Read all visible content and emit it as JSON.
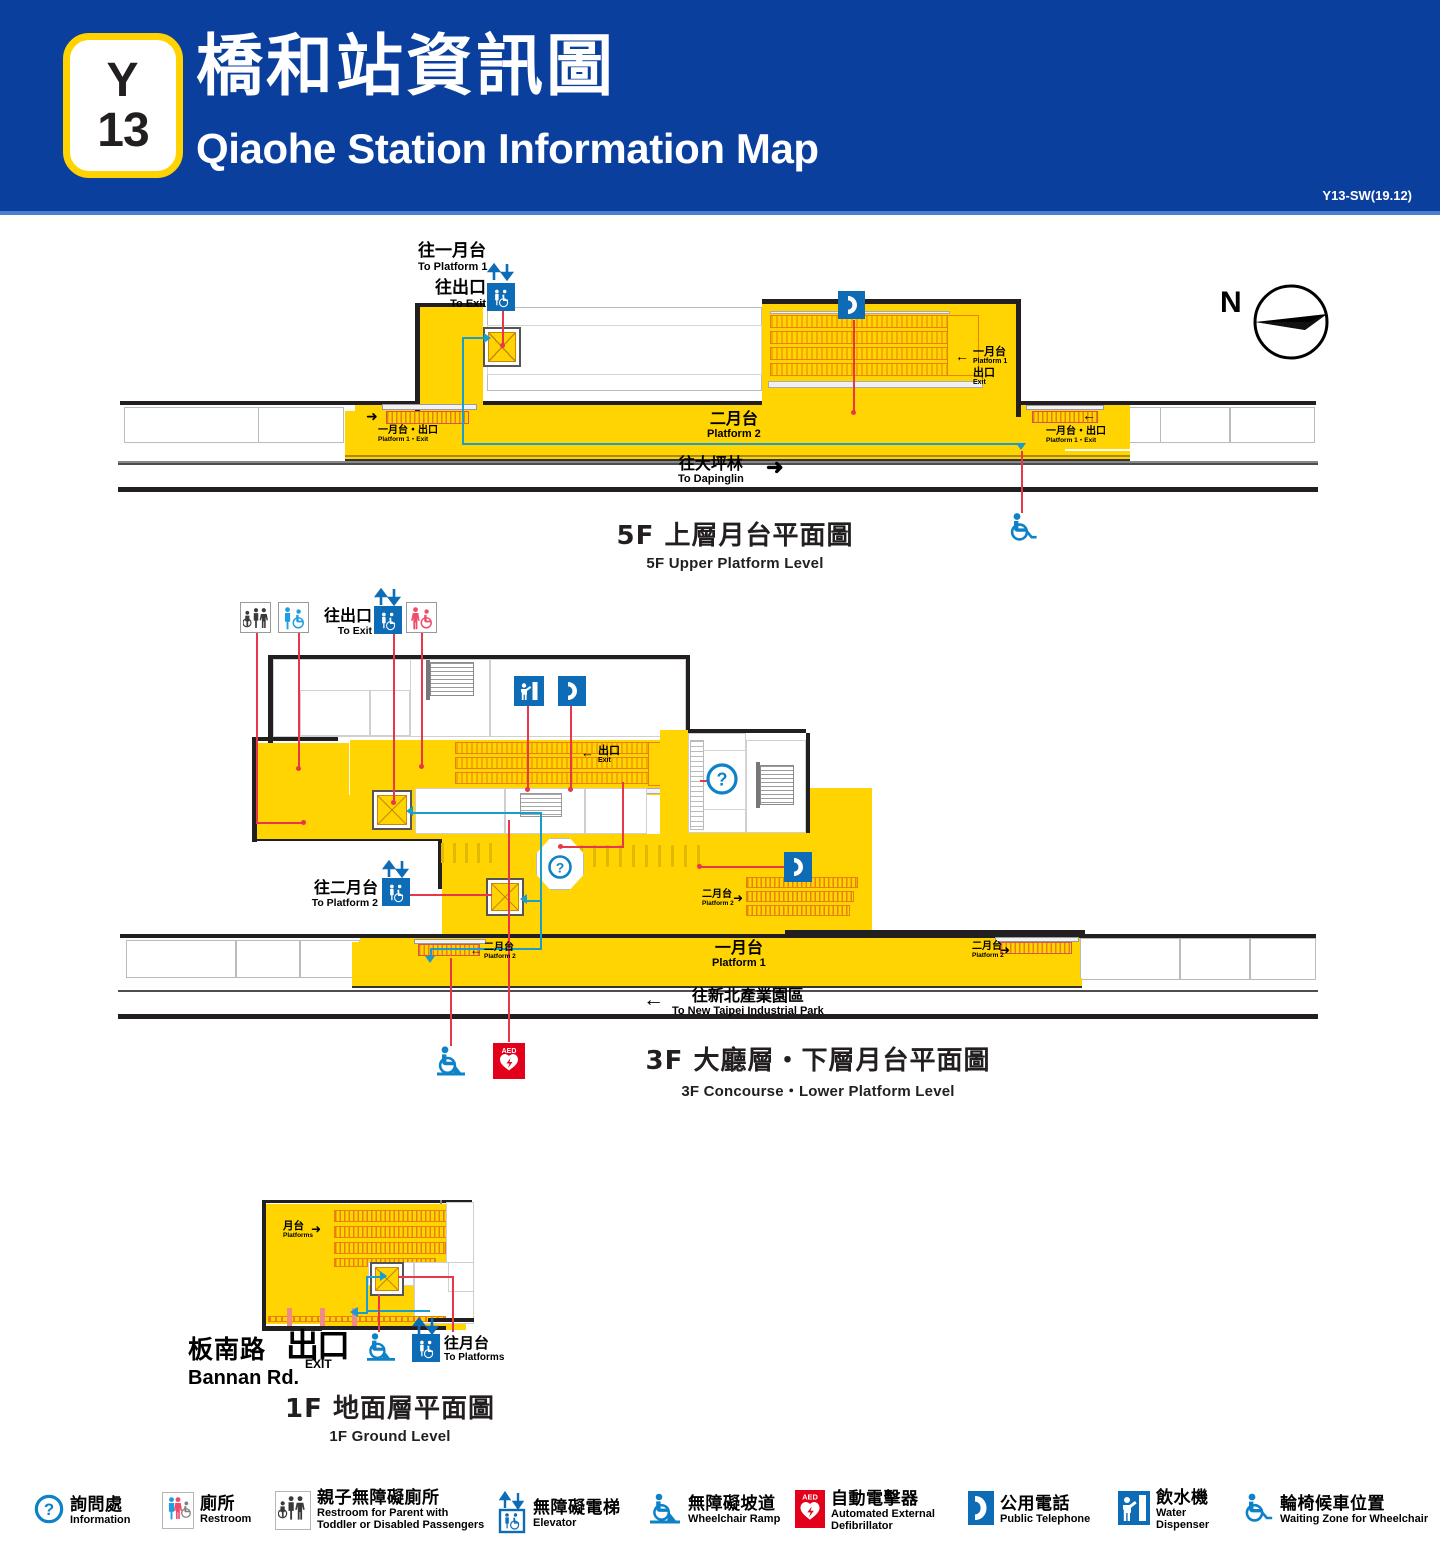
{
  "header": {
    "badge_line": "Y",
    "badge_number": "13",
    "title_zh": "橋和站資訊圖",
    "title_en": "Qiaohe Station Information Map",
    "version_code": "Y13-SW(19.12)",
    "brand_blue": "#0b3f9e",
    "badge_yellow": "#ffd200"
  },
  "compass": {
    "north_label": "N"
  },
  "floors": [
    {
      "id": "5f",
      "title_zh": "5F  上層月台平面圖",
      "title_en": "5F   Upper Platform Level",
      "labels": {
        "to_platform1_zh": "往一月台",
        "to_platform1_en": "To Platform 1",
        "to_exit_zh": "往出口",
        "to_exit_en": "To Exit",
        "platform2_zh": "二月台",
        "platform2_en": "Platform 2",
        "platform1_zh": "一月台",
        "platform1_en": "Platform 1",
        "exit_zh": "出口",
        "exit_en": "Exit",
        "platform1_exit_zh": "一月台・出口",
        "platform1_exit_en": "Platform 1・Exit",
        "direction_zh": "往大坪林",
        "direction_en": "To Dapinglin"
      }
    },
    {
      "id": "3f",
      "title_zh": "3F  大廳層・下層月台平面圖",
      "title_en": "3F   Concourse・Lower Platform Level",
      "labels": {
        "to_exit_zh": "往出口",
        "to_exit_en": "To Exit",
        "to_platform2_zh": "往二月台",
        "to_platform2_en": "To Platform 2",
        "exit_zh": "出口",
        "exit_en": "Exit",
        "platform1_zh": "一月台",
        "platform1_en": "Platform 1",
        "platform2_zh": "二月台",
        "platform2_en": "Platform 2",
        "direction_zh": "往新北產業園區",
        "direction_en": "To New Taipei Industrial Park"
      }
    },
    {
      "id": "1f",
      "title_zh": "1F  地面層平面圖",
      "title_en": "1F   Ground Level",
      "labels": {
        "platforms_zh": "月台",
        "platforms_en": "Platforms",
        "to_platforms_zh": "往月台",
        "to_platforms_en": "To Platforms",
        "street_zh": "板南路",
        "street_en": "Bannan Rd.",
        "exit_zh": "出口",
        "exit_en": "EXIT"
      }
    }
  ],
  "legend": [
    {
      "icon": "information-icon",
      "zh": "詢問處",
      "en": "Information"
    },
    {
      "icon": "restroom-icon",
      "zh": "廁所",
      "en": "Restroom"
    },
    {
      "icon": "family-restroom-icon",
      "zh": "親子無障礙廁所",
      "en": "Restroom for Parent with\nToddler or Disabled Passengers"
    },
    {
      "icon": "elevator-icon",
      "zh": "無障礙電梯",
      "en": "Elevator"
    },
    {
      "icon": "wheelchair-ramp-icon",
      "zh": "無障礙坡道",
      "en": "Wheelchair Ramp"
    },
    {
      "icon": "aed-icon",
      "zh": "自動電擊器",
      "en": "Automated External\nDefibrillator"
    },
    {
      "icon": "public-telephone-icon",
      "zh": "公用電話",
      "en": "Public Telephone"
    },
    {
      "icon": "water-dispenser-icon",
      "zh": "飲水機",
      "en": "Water\nDispenser"
    },
    {
      "icon": "wheelchair-waiting-icon",
      "zh": "輪椅候車位置",
      "en": "Waiting Zone for Wheelchair"
    }
  ],
  "colors": {
    "platform_yellow": "#ffd400",
    "escalator_orange": "#f6a800",
    "leader_red": "#e8364a",
    "leader_blue": "#1a9ccf",
    "sign_blue": "#0d6cb5",
    "aed_red": "#e3001b"
  }
}
